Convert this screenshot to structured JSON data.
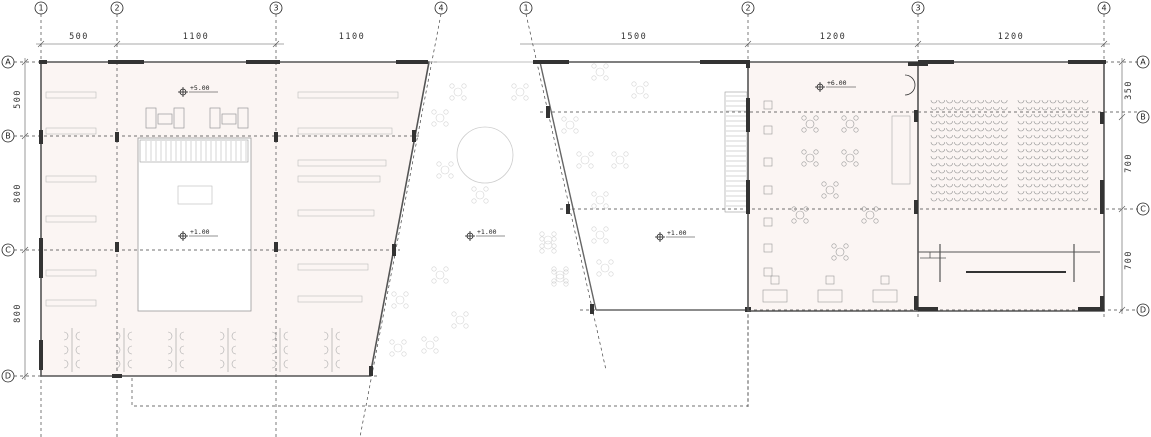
{
  "plan_left": {
    "axes_vertical": [
      "1",
      "2",
      "3",
      "4"
    ],
    "axes_horizontal": [
      "A",
      "B",
      "C",
      "D"
    ],
    "dims_top": [
      "500",
      "1100",
      "1100"
    ],
    "dims_left": [
      "500",
      "800",
      "800"
    ],
    "levels": [
      "+5.00",
      "+1.00"
    ]
  },
  "plan_right": {
    "axes_vertical": [
      "1",
      "2",
      "3",
      "4"
    ],
    "axes_horizontal": [
      "A",
      "B",
      "C",
      "D"
    ],
    "dims_top": [
      "1500",
      "1200",
      "1200"
    ],
    "dims_right": [
      "350",
      "700",
      "700"
    ],
    "levels": [
      "+6.00",
      "+1.00"
    ]
  },
  "courtyard": {
    "level": "+1.00"
  }
}
